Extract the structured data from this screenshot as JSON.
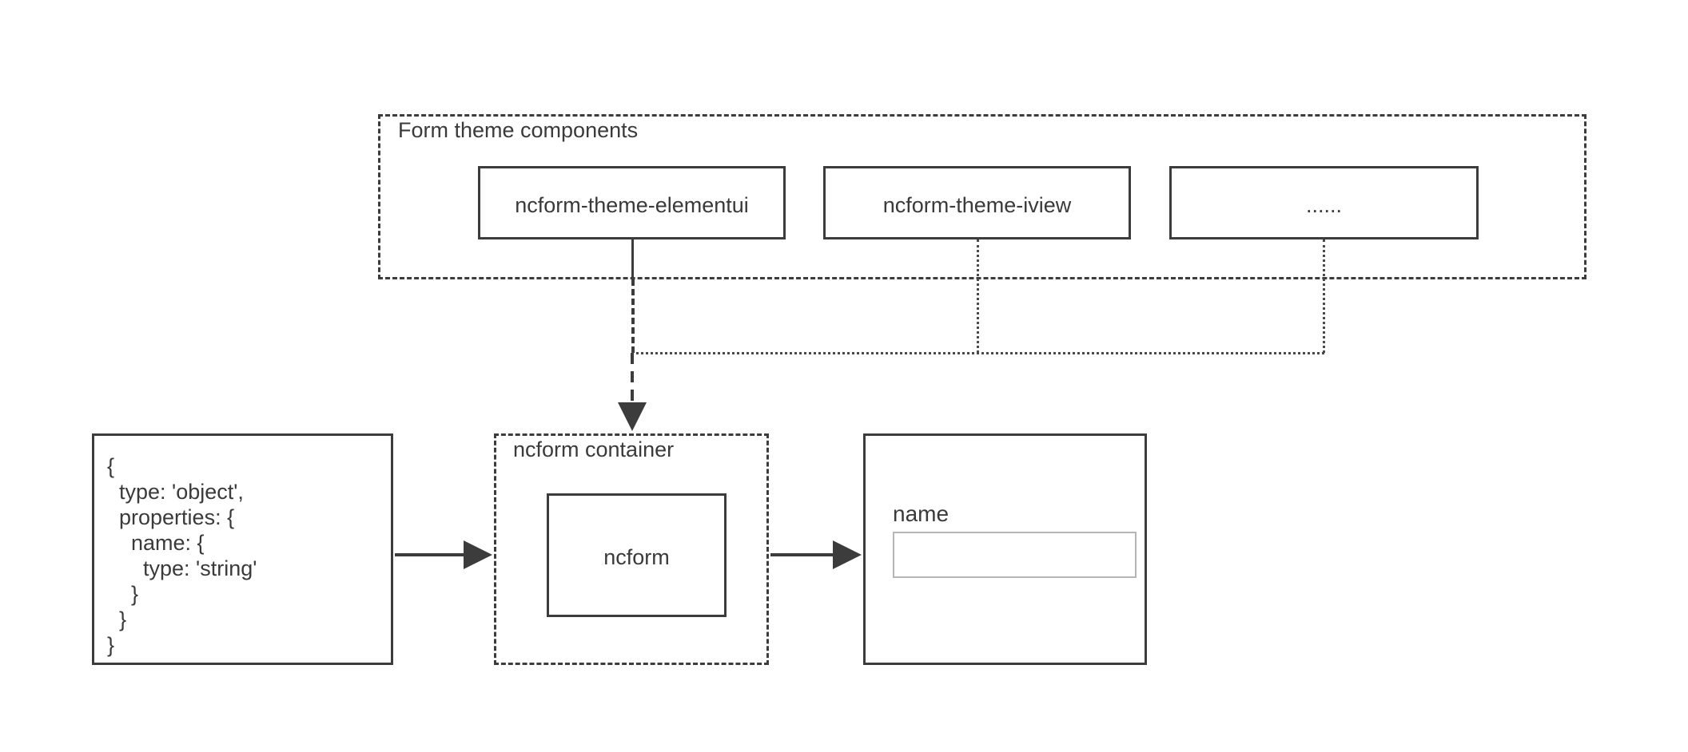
{
  "diagram": {
    "title_visible": false,
    "colors": {
      "stroke": "#3c3c3c",
      "text": "#3a3a3a",
      "input_border": "#b5b5b5",
      "background": "#ffffff"
    }
  },
  "theme_group": {
    "title": "Form theme components",
    "boxes": [
      {
        "label": "ncform-theme-elementui",
        "connector": "solid"
      },
      {
        "label": "ncform-theme-iview",
        "connector": "dotted"
      },
      {
        "label": "......",
        "connector": "dotted"
      }
    ]
  },
  "schema_box": {
    "code": "{\n  type: 'object',\n  properties: {\n    name: {\n      type: 'string'\n    }\n  }\n}"
  },
  "container_box": {
    "title": "ncform container",
    "inner_label": "ncform"
  },
  "form_preview": {
    "field_label": "name",
    "field_value": "",
    "field_placeholder": ""
  },
  "connectors": {
    "schema_to_container": "arrow-right",
    "container_to_preview": "arrow-right",
    "theme_to_container": "arrow-down"
  }
}
